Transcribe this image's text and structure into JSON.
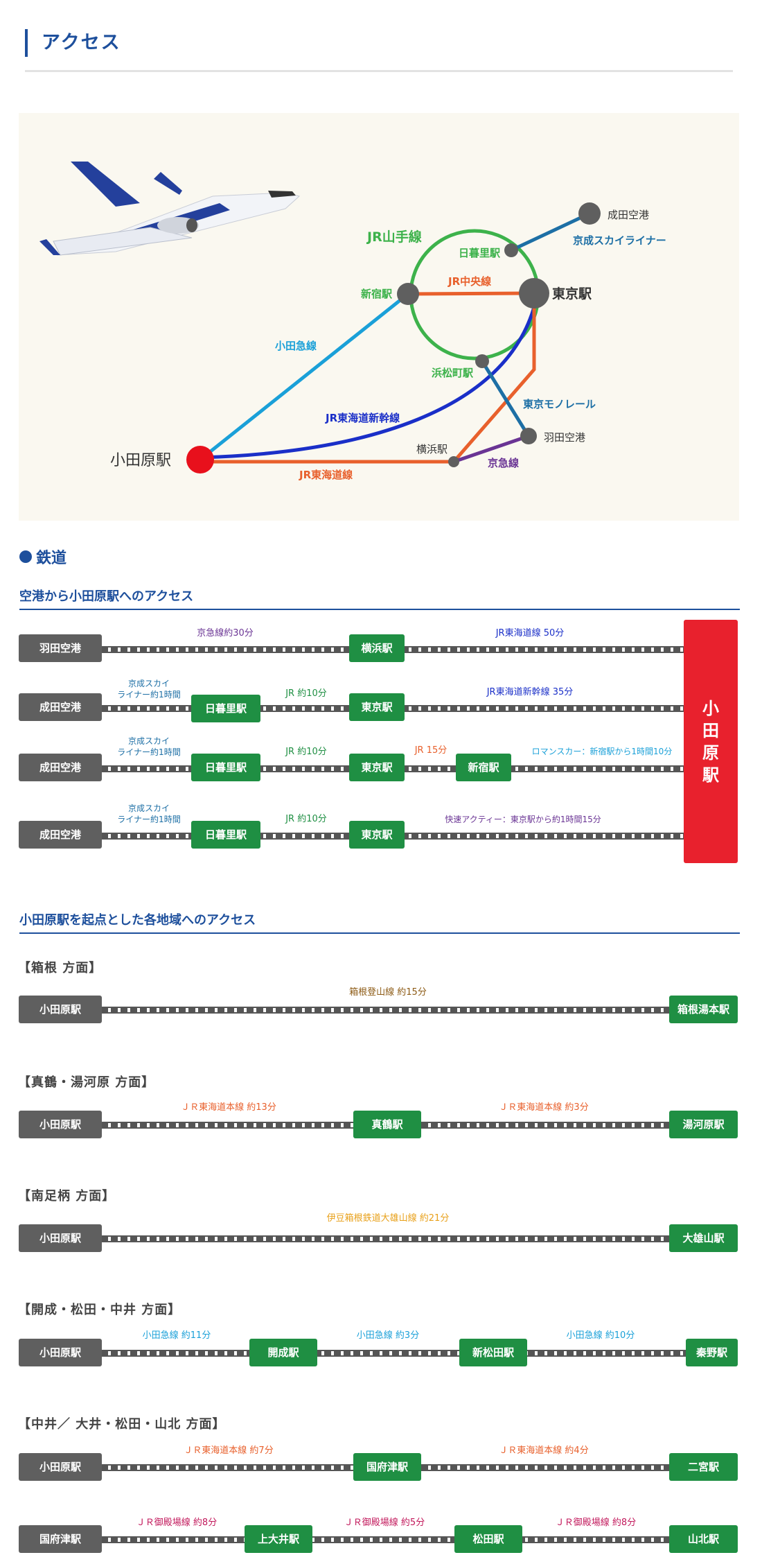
{
  "header": {
    "title": "アクセス"
  },
  "map": {
    "labels": {
      "odawara": "小田原駅",
      "shinjuku": "新宿駅",
      "tokyo": "東京駅",
      "nippori": "日暮里駅",
      "narita": "成田空港",
      "hamamatsucho": "浜松町駅",
      "haneda": "羽田空港",
      "yokohama": "横浜駅",
      "yamanote": "JR山手線",
      "chuo": "JR中央線",
      "skyliner": "京成スカイライナー",
      "odakyu": "小田急線",
      "shinkansen": "JR東海道新幹線",
      "tokaido": "JR東海道線",
      "monorail": "東京モノレール",
      "keikyu": "京急線"
    },
    "colors": {
      "yamanote": "#3db24b",
      "chuo": "#e8602c",
      "skyliner": "#1d6fa5",
      "odakyu": "#1aa0d8",
      "shinkansen": "#1a2fc8",
      "tokaido": "#e8602c",
      "monorail": "#1d6fa5",
      "keikyu": "#6a3494",
      "station": "#5f5f5f",
      "odawara": "#e8101c"
    }
  },
  "rail": {
    "heading": "鉄道",
    "airport_heading": "空港から小田原駅へのアクセス",
    "destination": [
      "小",
      "田",
      "原",
      "駅"
    ],
    "routes": [
      {
        "stations": [
          "羽田空港",
          "横浜駅"
        ],
        "segments": [
          "京急線約30分",
          "JR東海道線 50分"
        ]
      },
      {
        "stations": [
          "成田空港",
          "日暮里駅",
          "東京駅"
        ],
        "segments": [
          "京成スカイ",
          "ライナー約1時間",
          "JR 約10分",
          "JR東海道新幹線 35分"
        ]
      },
      {
        "stations": [
          "成田空港",
          "日暮里駅",
          "東京駅",
          "新宿駅"
        ],
        "segments": [
          "京成スカイ",
          "ライナー約1時間",
          "JR 約10分",
          "JR 15分",
          "ロマンスカー：新宿駅から1時間10分"
        ]
      },
      {
        "stations": [
          "成田空港",
          "日暮里駅",
          "東京駅"
        ],
        "segments": [
          "京成スカイ",
          "ライナー約1時間",
          "JR 約10分",
          "快速アクティー：東京駅から約1時間15分"
        ]
      }
    ],
    "region_heading": "小田原駅を起点とした各地域へのアクセス",
    "regions": [
      {
        "name": "【箱根 方面】",
        "stations": [
          "小田原駅",
          "箱根湯本駅"
        ],
        "segments": [
          "箱根登山線 約15分"
        ]
      },
      {
        "name": "【真鶴・湯河原 方面】",
        "stations": [
          "小田原駅",
          "真鶴駅",
          "湯河原駅"
        ],
        "segments": [
          "ＪＲ東海道本線 約13分",
          "ＪＲ東海道本線 約3分"
        ]
      },
      {
        "name": "【南足柄 方面】",
        "stations": [
          "小田原駅",
          "大雄山駅"
        ],
        "segments": [
          "伊豆箱根鉄道大雄山線 約21分"
        ]
      },
      {
        "name": "【開成・松田・中井 方面】",
        "stations": [
          "小田原駅",
          "開成駅",
          "新松田駅",
          "秦野駅"
        ],
        "segments": [
          "小田急線 約11分",
          "小田急線 約3分",
          "小田急線 約10分"
        ]
      },
      {
        "name": "【中井／ 大井・松田・山北 方面】",
        "stations": [
          "小田原駅",
          "国府津駅",
          "二宮駅"
        ],
        "segments": [
          "ＪＲ東海道本線 約7分",
          "ＪＲ東海道本線 約4分"
        ]
      },
      {
        "stations": [
          "国府津駅",
          "上大井駅",
          "松田駅",
          "山北駅"
        ],
        "segments": [
          "ＪＲ御殿場線 約8分",
          "ＪＲ御殿場線 約5分",
          "ＪＲ御殿場線 約8分"
        ]
      }
    ]
  }
}
